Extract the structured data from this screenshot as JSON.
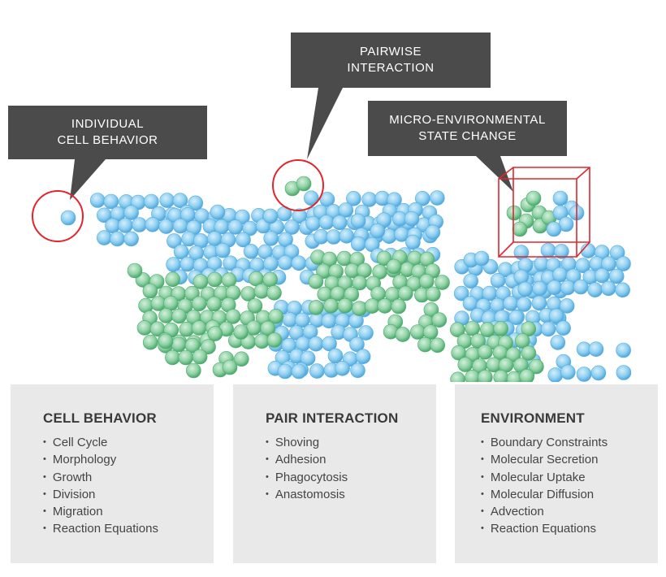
{
  "callouts": {
    "individual": {
      "line1": "INDIVIDUAL",
      "line2": "CELL BEHAVIOR"
    },
    "pairwise": {
      "line1": "PAIRWISE",
      "line2": "INTERACTION"
    },
    "micro": {
      "line1": "MICRO-ENVIRONMENTAL",
      "line2": "STATE CHANGE"
    }
  },
  "panels": {
    "cell_behavior": {
      "title": "CELL BEHAVIOR",
      "items": [
        "Cell Cycle",
        "Morphology",
        "Growth",
        "Division",
        "Migration",
        "Reaction Equations"
      ]
    },
    "pair_interaction": {
      "title": "PAIR INTERACTION",
      "items": [
        "Shoving",
        "Adhesion",
        "Phagocytosis",
        "Anastomosis"
      ]
    },
    "environment": {
      "title": "ENVIRONMENT",
      "items": [
        "Boundary Constraints",
        "Molecular Secretion",
        "Molecular Uptake",
        "Molecular Diffusion",
        "Advection",
        "Reaction Equations"
      ]
    }
  },
  "colors": {
    "blue_cell": "#8dcff0",
    "blue_cell_edge": "#4fa6dc",
    "green_cell": "#8fd1a4",
    "green_cell_edge": "#47a96b",
    "highlight": "#e0262c",
    "callout_bg": "#4b4b4b",
    "panel_bg": "#e9e9e9"
  }
}
